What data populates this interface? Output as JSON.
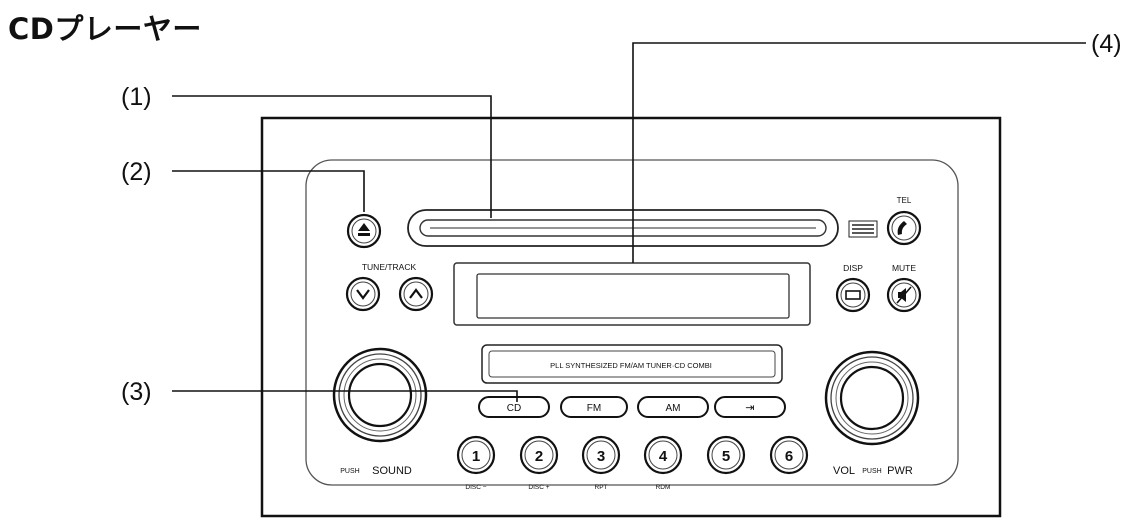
{
  "title": "CDプレーヤー",
  "callouts": {
    "c1": "(1)",
    "c2": "(2)",
    "c3": "(3)",
    "c4": "(4)"
  },
  "panel": {
    "tel_label": "TEL",
    "tune_track_label": "TUNE/TRACK",
    "disp_label": "DISP",
    "mute_label": "MUTE",
    "faceplate_text": "PLL SYNTHESIZED FM/AM TUNER·CD COMBI",
    "push_label": "PUSH",
    "sound_label": "SOUND",
    "vol_label": "VOL",
    "pwr_label": "PWR",
    "source_buttons": [
      "CD",
      "FM",
      "AM",
      "⇥"
    ],
    "presets": [
      {
        "number": "1",
        "sub": "DISC −"
      },
      {
        "number": "2",
        "sub": "DISC +"
      },
      {
        "number": "3",
        "sub": "RPT"
      },
      {
        "number": "4",
        "sub": "RDM"
      },
      {
        "number": "5",
        "sub": ""
      },
      {
        "number": "6",
        "sub": ""
      }
    ]
  }
}
